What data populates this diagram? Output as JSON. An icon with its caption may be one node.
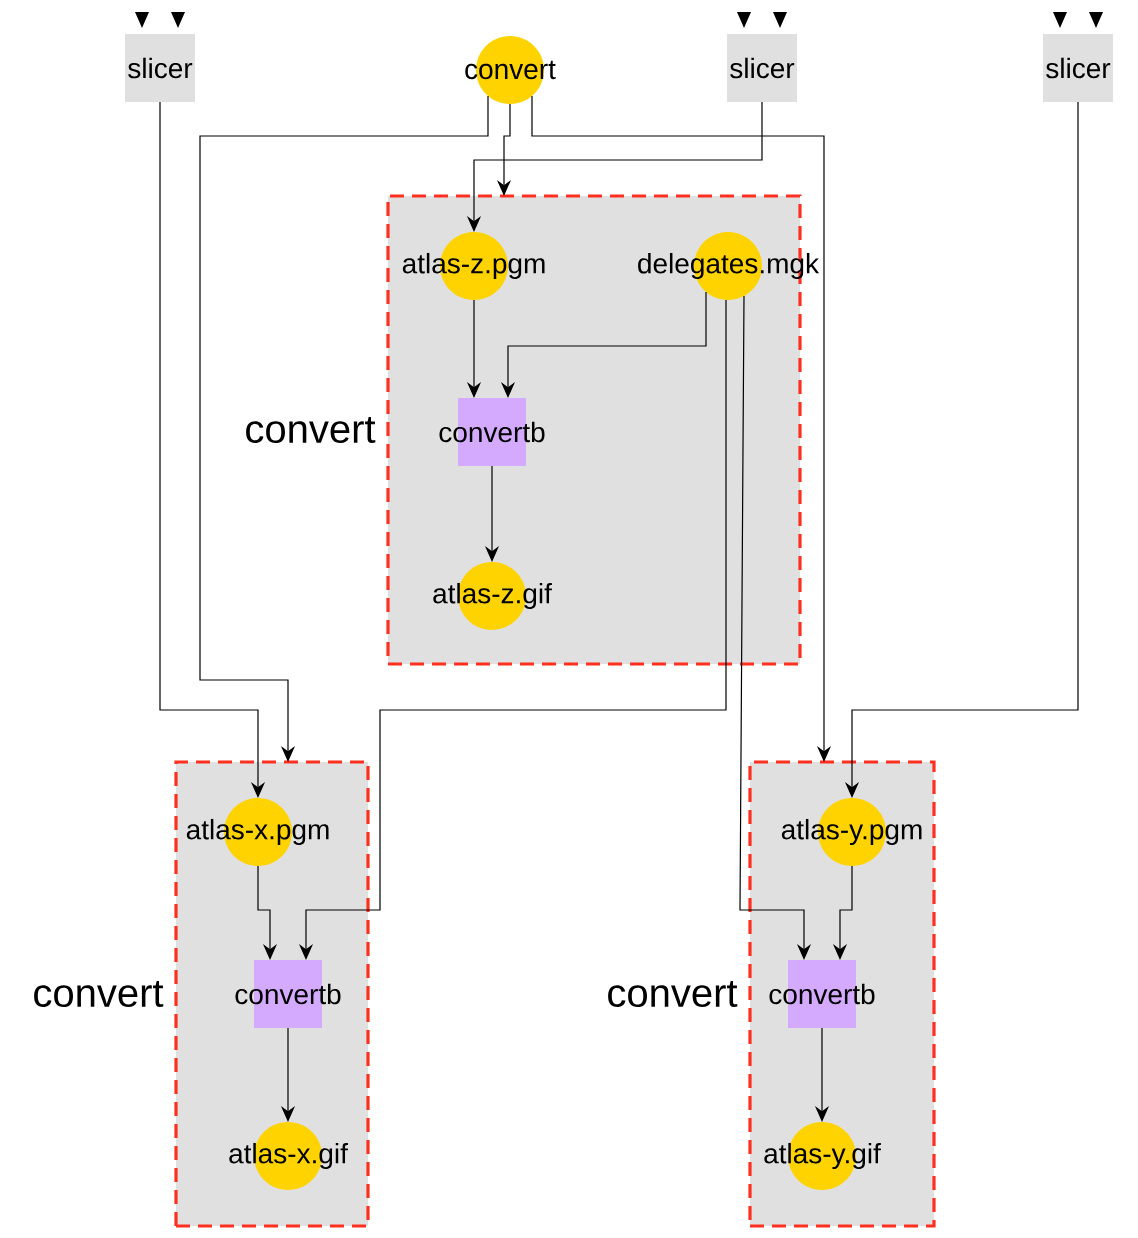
{
  "diagram": {
    "nodes": [
      {
        "text": [
          "slicer"
        ]
      },
      {
        "text": [
          "convert"
        ]
      },
      {
        "text": [
          "slicer"
        ]
      },
      {
        "text": [
          "slicer"
        ]
      },
      {
        "text": [],
        "shape": "box",
        "beside": [
          "convert"
        ]
      },
      {
        "text": [
          "atlas-z.pgm"
        ],
        "in": 4
      },
      {
        "text": [
          "delegates.mgk"
        ],
        "in": 4
      },
      {
        "text": [
          "convertb"
        ],
        "in": 4
      },
      {
        "text": [
          "atlas-z.gif"
        ],
        "in": 4
      },
      {
        "text": [],
        "shape": "box",
        "beside": [
          "convert"
        ]
      },
      {
        "text": [
          "atlas-x.pgm"
        ],
        "in": 9
      },
      {
        "text": [
          "convertb"
        ],
        "in": 9
      },
      {
        "text": [
          "atlas-x.gif"
        ],
        "in": 9
      },
      {
        "text": [],
        "shape": "box",
        "beside": [
          "convert"
        ]
      },
      {
        "text": [
          "atlas-y.pgm"
        ],
        "in": 13
      },
      {
        "text": [
          "convertb"
        ],
        "in": 13
      },
      {
        "text": [
          "atlas-y.gif"
        ],
        "in": 13
      }
    ],
    "edges": [
      {
        "from": 1,
        "to": 4,
        "arrow": "to"
      },
      {
        "from": 2,
        "to": 5,
        "arrow": "to"
      },
      {
        "from": 1,
        "to": 9,
        "arrow": "to"
      },
      {
        "from": 1,
        "to": 13,
        "arrow": "to"
      },
      {
        "from": 0,
        "to": 10,
        "arrow": "to"
      },
      {
        "from": 3,
        "to": 14,
        "arrow": "to"
      },
      {
        "from": 5,
        "to": 7,
        "arrow": "to"
      },
      {
        "from": 6,
        "to": 7,
        "arrow": "to"
      },
      {
        "from": 7,
        "to": 8,
        "arrow": "to"
      },
      {
        "from": 6,
        "to": 11,
        "arrow": "to"
      },
      {
        "from": 10,
        "to": 11,
        "arrow": "to"
      },
      {
        "from": 11,
        "to": 12,
        "arrow": "to"
      },
      {
        "from": 6,
        "to": 15,
        "arrow": "to"
      },
      {
        "from": 14,
        "to": 15,
        "arrow": "to"
      },
      {
        "from": 15,
        "to": 16,
        "arrow": "to"
      }
    ]
  }
}
